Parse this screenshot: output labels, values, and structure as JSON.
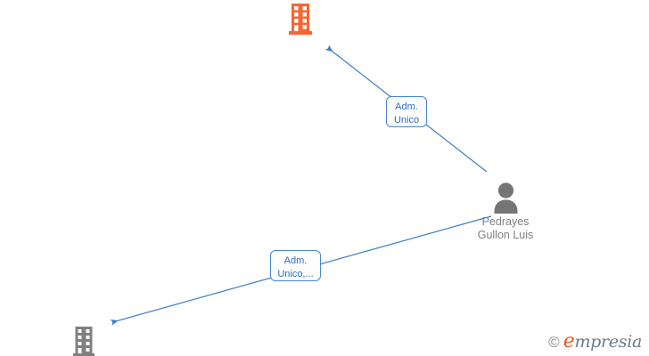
{
  "diagram": {
    "title": "Empresia company relationship network",
    "background_color": "#ffffff",
    "edge_color": "#3d7cc9",
    "company_main_color": "#fa6432",
    "company_secondary_color": "#808080",
    "person_color": "#757575",
    "label_border_color": "#4a86d4",
    "label_text_color": "#2f6dc4"
  },
  "nodes": [
    {
      "id": "company-main",
      "type": "company",
      "icon": "building-icon",
      "label": "",
      "color": "#fa6432"
    },
    {
      "id": "person",
      "type": "person",
      "icon": "person-icon",
      "label": "Pedrayes\nGullon Luis",
      "color": "#757575"
    },
    {
      "id": "company-secondary",
      "type": "company",
      "icon": "building-icon",
      "label": "",
      "color": "#808080"
    }
  ],
  "edges": [
    {
      "id": "edge-1",
      "from": "person",
      "to": "company-main",
      "label": "Adm.\nUnico"
    },
    {
      "id": "edge-2",
      "from": "person",
      "to": "company-secondary",
      "label": "Adm.\nUnico,..."
    }
  ],
  "watermark": {
    "copyright": "©",
    "brand_initial": "e",
    "brand_rest": "mpresia"
  }
}
